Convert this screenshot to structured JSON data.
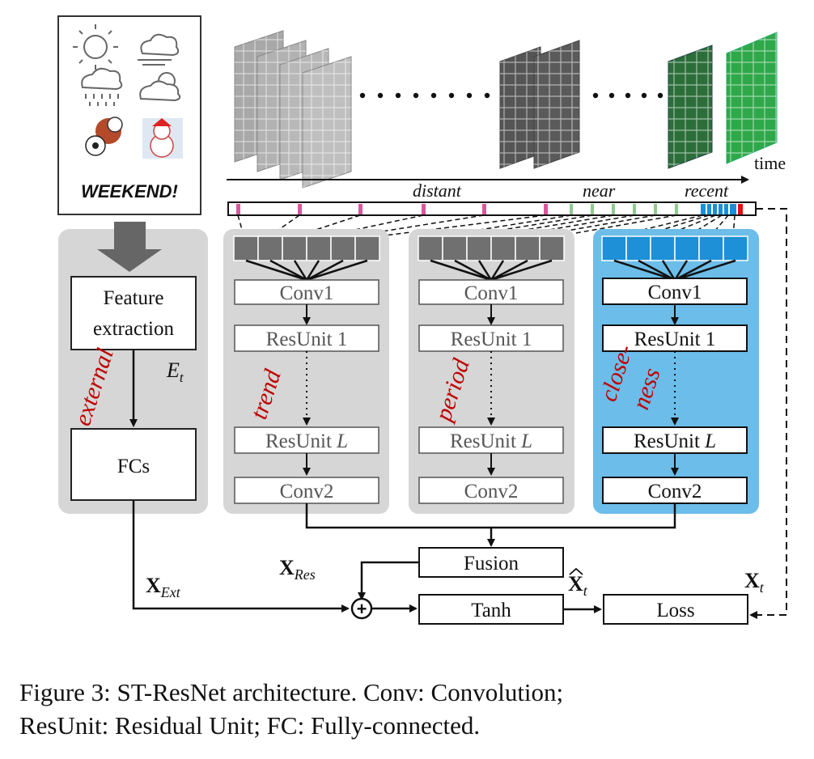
{
  "external": {
    "weekend_text": "WEEKEND!",
    "feature_extraction_line1": "Feature",
    "feature_extraction_line2": "extraction",
    "et_label": "E",
    "et_sub": "t",
    "branch_label": "external",
    "fcs_label": "FCs"
  },
  "timeline": {
    "time_label": "time",
    "distant_label": "distant",
    "near_label": "near",
    "recent_label": "recent"
  },
  "branches": {
    "trend": {
      "label": "trend",
      "conv1": "Conv1",
      "resunit1": "ResUnit 1",
      "resunitL_prefix": "ResUnit ",
      "resunitL_var": "L",
      "conv2": "Conv2"
    },
    "period": {
      "label": "period",
      "conv1": "Conv1",
      "resunit1": "ResUnit 1",
      "resunitL_prefix": "ResUnit ",
      "resunitL_var": "L",
      "conv2": "Conv2"
    },
    "closeness": {
      "label_line1": "close-",
      "label_line2": "ness",
      "conv1": "Conv1",
      "resunit1": "ResUnit 1",
      "resunitL_prefix": "ResUnit ",
      "resunitL_var": "L",
      "conv2": "Conv2"
    }
  },
  "fusion": {
    "fusion_label": "Fusion",
    "tanh_label": "Tanh",
    "loss_label": "Loss",
    "x_res_main": "X",
    "x_res_sub": "Res",
    "x_ext_main": "X",
    "x_ext_sub": "Ext",
    "x_hat_main": "X",
    "x_hat_sub": "t",
    "x_t_main": "X",
    "x_t_sub": "t",
    "plus_symbol": "+"
  },
  "colors": {
    "closeness_bg": "#6cbde9",
    "branch_bg": "#d6d6d6",
    "cell_dark": "#707070",
    "cell_blue": "#1e90d8",
    "tick_pink": "#d9569e",
    "tick_green": "#8fc98f",
    "tick_blue": "#1a8fd6",
    "accent_red": "#c00000"
  },
  "caption": {
    "line1": "Figure 3: ST-ResNet architecture. Conv: Convolution;",
    "line2": "ResUnit: Residual Unit; FC: Fully-connected."
  }
}
